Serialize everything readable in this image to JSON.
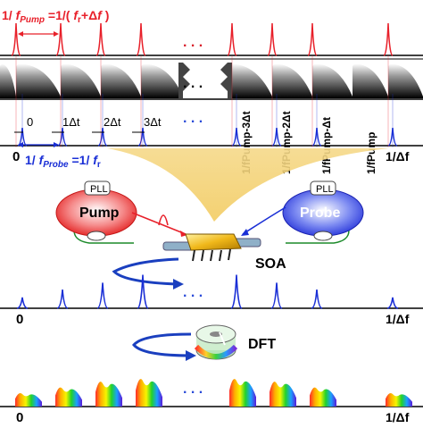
{
  "labels": {
    "pump_period": "1/ fPump =1/( fr+Δf )",
    "probe_period": "1/ fProbe =1/ fr",
    "zero": "0",
    "d1": "1Δt",
    "d2": "2Δt",
    "d3": "3Δt",
    "r1": "1/fPump-3Δt",
    "r2": "1/fPump-2Δt",
    "r3": "1/fPump-Δt",
    "r4": "1/fPump",
    "one_over_df": "1/Δf",
    "pll": "PLL",
    "pump": "Pump",
    "probe": "Probe",
    "soa": "SOA",
    "dft": "DFT",
    "ellipsis": ". . ."
  },
  "colors": {
    "pump_red": "#e8202a",
    "probe_blue": "#1a2fd6",
    "dots_blue": "#2a4bd8",
    "dots_red": "#d81e2a",
    "fan_yellow": "#f3d27a"
  },
  "pulse_rows": {
    "pump_x": [
      18,
      68,
      113,
      158,
      260,
      305,
      350,
      435
    ],
    "probe_x": [
      25,
      70,
      115,
      160,
      265,
      310,
      355,
      440
    ],
    "soa_heights": [
      0.22,
      0.38,
      0.52,
      0.68,
      0.68,
      0.52,
      0.38,
      0.22
    ],
    "dft_heights": [
      0.35,
      0.5,
      0.65,
      0.72,
      0.72,
      0.65,
      0.5,
      0.35
    ]
  }
}
